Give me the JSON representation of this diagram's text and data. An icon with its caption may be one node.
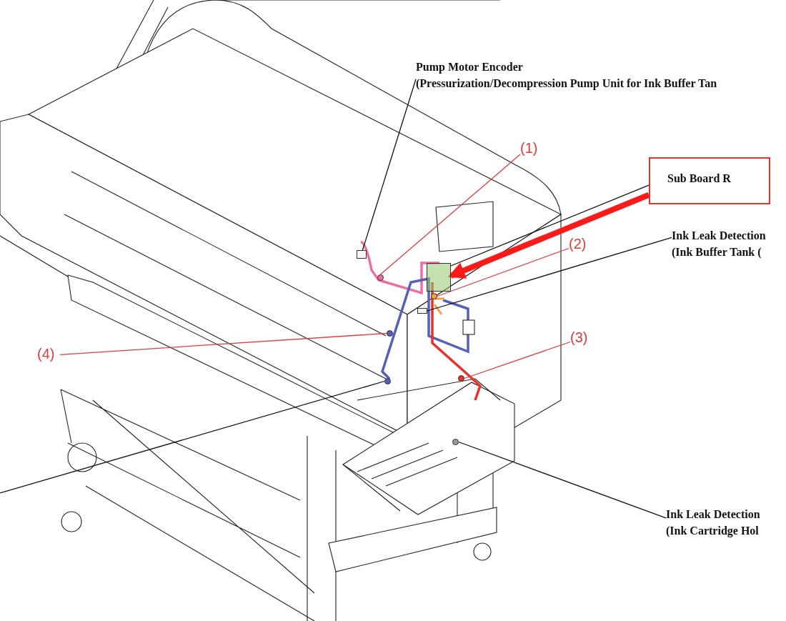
{
  "diagram": {
    "nodes": [
      {
        "text": [
          "Pump Motor Encoder",
          "(Pressurization/Decompression Pump Unit for Ink Buffer Tan"
        ]
      },
      {
        "text": [],
        "shape": "box"
      },
      {
        "text": [
          "(1)"
        ]
      },
      {
        "text": [],
        "shape": "circle"
      },
      {
        "text": [
          "Sub Board R"
        ]
      },
      {
        "text": [],
        "shape": "box"
      },
      {
        "text": [
          "(2)"
        ]
      },
      {
        "text": [],
        "shape": "circle"
      },
      {
        "text": [
          "Ink Leak Detection",
          "(Ink Buffer Tank ("
        ]
      },
      {
        "text": [],
        "shape": "box"
      },
      {
        "text": [
          "(3)"
        ]
      },
      {
        "text": [],
        "shape": "circle"
      },
      {
        "text": [
          "(4)"
        ]
      },
      {
        "text": [],
        "shape": "circle"
      },
      {
        "text": [],
        "shape": "circle"
      },
      {
        "text": [
          "Ink Leak Detection",
          "(Ink Cartridge Hol"
        ]
      },
      {
        "text": [],
        "shape": "circle"
      }
    ],
    "edges": [
      {
        "from": 0,
        "to": 1,
        "arrow": "none"
      },
      {
        "from": 2,
        "to": 3,
        "arrow": "none",
        "color": "#e03c3c"
      },
      {
        "from": 4,
        "to": 5,
        "arrow": "none"
      },
      {
        "from": 4,
        "to": 5,
        "arrow": "to",
        "style": "thick",
        "color": "#ff1a1a"
      },
      {
        "from": 6,
        "to": 7,
        "arrow": "none",
        "color": "#e03c3c"
      },
      {
        "from": 8,
        "to": 9,
        "arrow": "none"
      },
      {
        "from": 10,
        "to": 11,
        "arrow": "none",
        "color": "#e03c3c"
      },
      {
        "from": 12,
        "to": 13,
        "arrow": "none",
        "color": "#e03c3c"
      },
      {
        "from": null,
        "to": 14,
        "arrow": "none"
      },
      {
        "from": 15,
        "to": 16,
        "arrow": "none"
      }
    ]
  }
}
